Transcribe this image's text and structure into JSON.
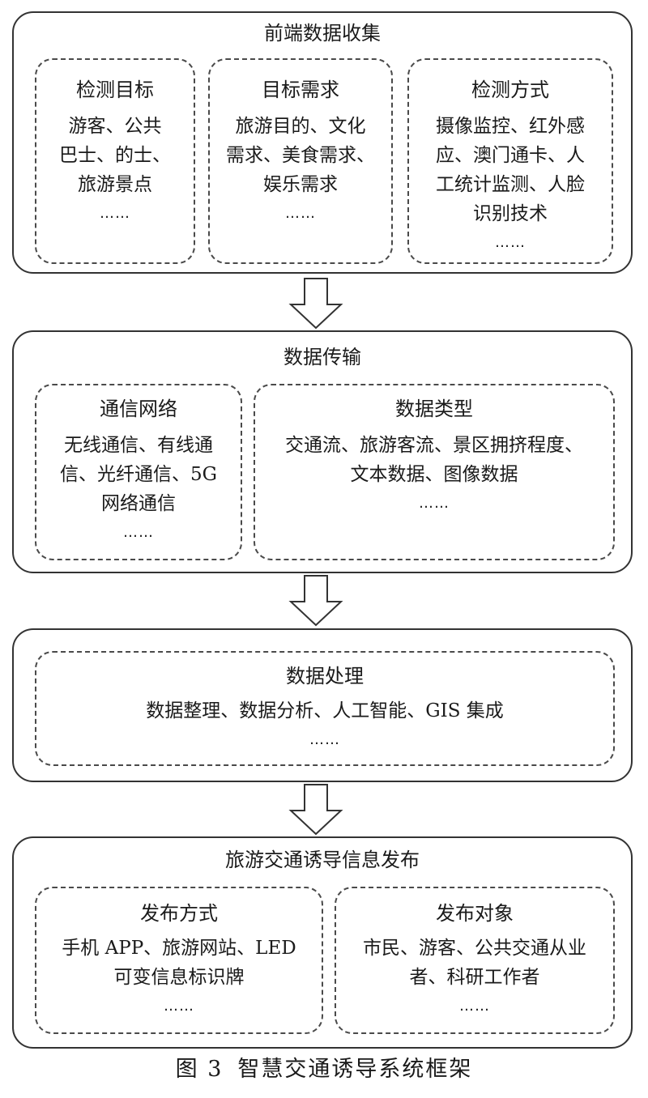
{
  "sections": [
    {
      "title": "前端数据收集",
      "boxes": [
        {
          "title": "检测目标",
          "lines": [
            "游客、公共",
            "巴士、的士、",
            "旅游景点"
          ],
          "ellipsis": "……"
        },
        {
          "title": "目标需求",
          "lines": [
            "旅游目的、文化",
            "需求、美食需求、",
            "娱乐需求"
          ],
          "ellipsis": "……"
        },
        {
          "title": "检测方式",
          "lines": [
            "摄像监控、红外感",
            "应、澳门通卡、人",
            "工统计监测、人脸",
            "识别技术"
          ],
          "ellipsis": "……"
        }
      ]
    },
    {
      "title": "数据传输",
      "boxes": [
        {
          "title": "通信网络",
          "lines": [
            "无线通信、有线通",
            "信、光纤通信、5G",
            "网络通信"
          ],
          "ellipsis": "……"
        },
        {
          "title": "数据类型",
          "lines": [
            "交通流、旅游客流、景区拥挤程度、",
            "文本数据、图像数据"
          ],
          "ellipsis": "……"
        }
      ]
    },
    {
      "title": "",
      "boxes": [
        {
          "title": "数据处理",
          "lines": [
            "数据整理、数据分析、人工智能、GIS 集成"
          ],
          "ellipsis": "……"
        }
      ]
    },
    {
      "title": "旅游交通诱导信息发布",
      "boxes": [
        {
          "title": "发布方式",
          "lines": [
            "手机 APP、旅游网站、LED",
            "可变信息标识牌"
          ],
          "ellipsis": "……"
        },
        {
          "title": "发布对象",
          "lines": [
            "市民、游客、公共交通从业",
            "者、科研工作者"
          ],
          "ellipsis": "……"
        }
      ]
    }
  ],
  "caption": {
    "figure_number": "图 3",
    "title": "智慧交通诱导系统框架"
  }
}
